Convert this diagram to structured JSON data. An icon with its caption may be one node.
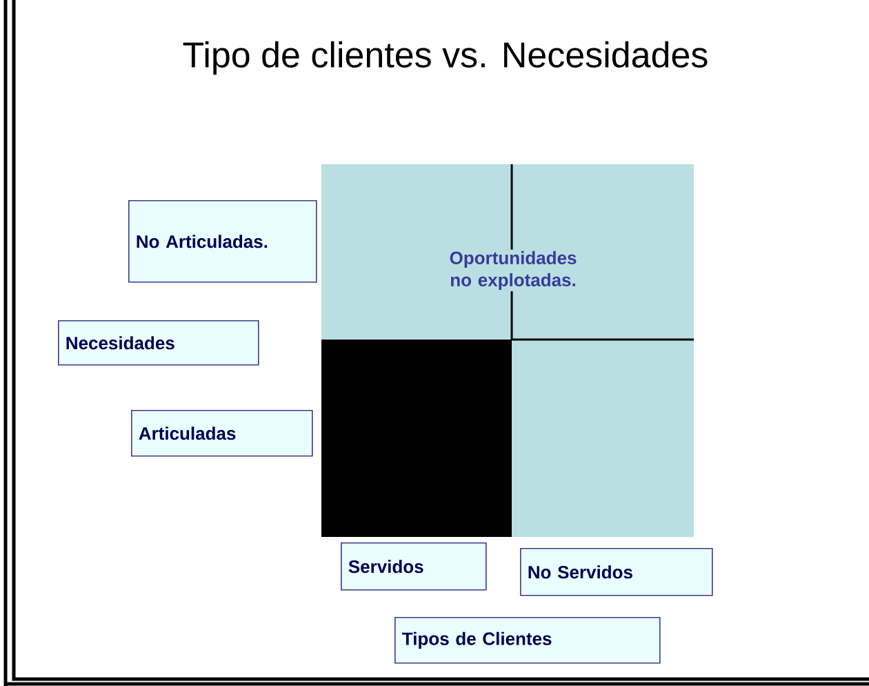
{
  "diagram": {
    "title": "Tipo de clientes vs. Necesidades",
    "nodes": [
      {
        "text": [
          "No Articuladas."
        ]
      },
      {
        "text": [
          "Necesidades"
        ]
      },
      {
        "text": [
          "Articuladas"
        ]
      },
      {
        "text": [
          "Servidos"
        ]
      },
      {
        "text": [
          "No Servidos"
        ]
      },
      {
        "text": [
          "Tipos de Clientes"
        ]
      }
    ],
    "labels": [
      "Oportunidades no explotadas."
    ]
  }
}
